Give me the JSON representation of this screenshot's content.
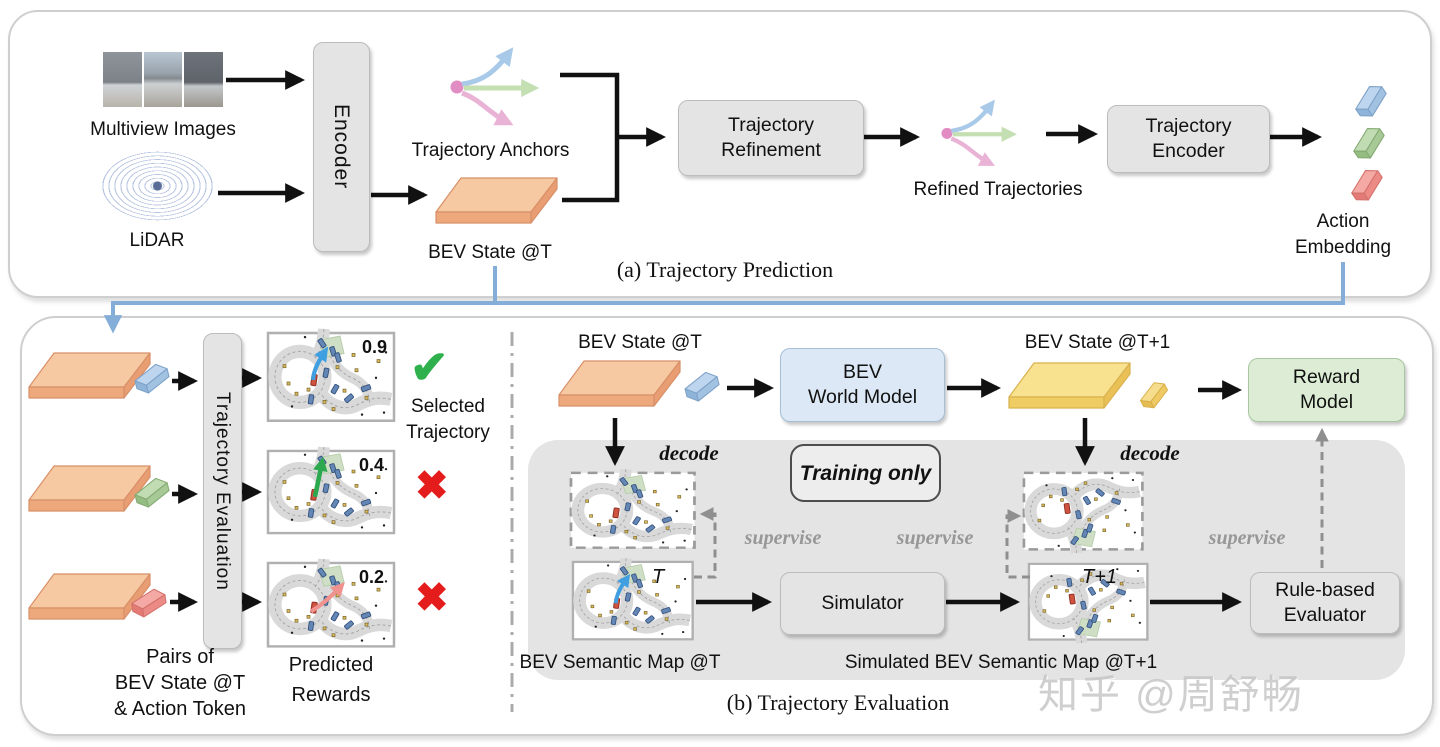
{
  "watermark": "知乎 @周舒畅",
  "panel_a": {
    "caption": "(a) Trajectory Prediction",
    "multiview_label": "Multiview Images",
    "lidar_label": "LiDAR",
    "encoder_box": "Encoder",
    "anchors_label": "Trajectory Anchors",
    "bev_state_label": "BEV State @T",
    "refinement_line1": "Trajectory",
    "refinement_line2": "Refinement",
    "refined_label": "Refined Trajectories",
    "traj_encoder_line1": "Trajectory",
    "traj_encoder_line2": "Encoder",
    "action_line1": "Action",
    "action_line2": "Embedding"
  },
  "panel_b": {
    "caption": "(b) Trajectory Evaluation",
    "left": {
      "evaluation_box": "Trajectory Evaluation",
      "rows": [
        {
          "score": "0.9",
          "verdict": "selected"
        },
        {
          "score": "0.4",
          "verdict": "rejected"
        },
        {
          "score": "0.2",
          "verdict": "rejected"
        }
      ],
      "check_glyph": "✔",
      "cross_glyph": "✖",
      "selected_line1": "Selected",
      "selected_line2": "Trajectory",
      "pairs_line1": "Pairs of",
      "pairs_line2": "BEV State @T",
      "pairs_line3": "& Action Token",
      "predicted_line1": "Predicted",
      "predicted_line2": "Rewards"
    },
    "right": {
      "bev_state_t": "BEV State @T",
      "world_model_line1": "BEV",
      "world_model_line2": "World Model",
      "bev_state_t1": "BEV State @T+1",
      "reward_model_line1": "Reward",
      "reward_model_line2": "Model",
      "decode_left": "decode",
      "decode_right": "decode",
      "training_only": "Training only",
      "supervise_left": "supervise",
      "supervise_mid": "supervise",
      "supervise_right": "supervise",
      "map_t_tag": "T",
      "map_t1_tag": "T+1",
      "simulator_box": "Simulator",
      "semantic_map_t": "BEV Semantic Map @T",
      "semantic_map_t1": "Simulated BEV Semantic Map @T+1",
      "rule_eval_line1": "Rule-based",
      "rule_eval_line2": "Evaluator"
    }
  },
  "colors": {
    "connector_blue": "#84aed8",
    "world_model_fill": "#dce8f5",
    "reward_model_fill": "#ddedd5",
    "slab_orange": "#f6c9a2",
    "slab_yellow": "#f8e18f",
    "token_blue": "#aecbe9",
    "token_green": "#b5d6a4",
    "token_red": "#f0928d",
    "check_green": "#2eb04c",
    "cross_red": "#e51c1c"
  }
}
